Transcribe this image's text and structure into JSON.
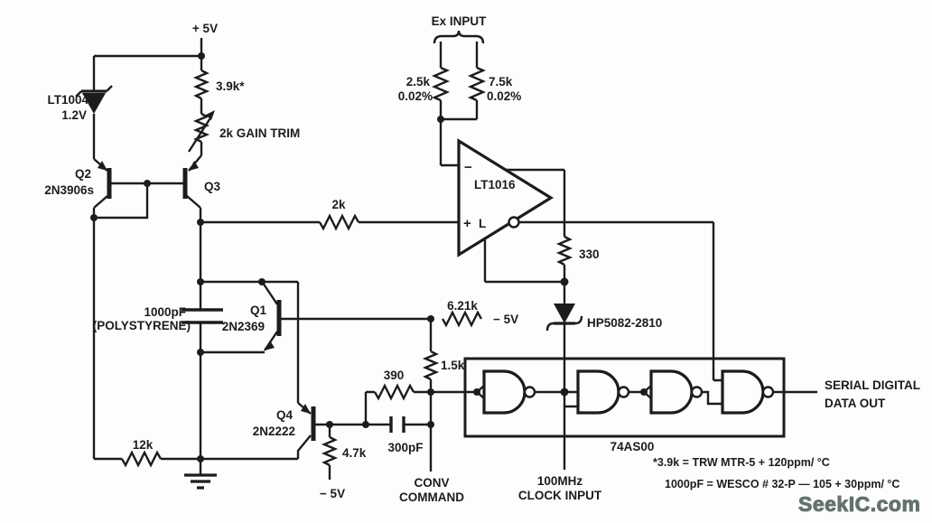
{
  "colors": {
    "ink": "#1c1c1c",
    "watermark": "#5a6a63",
    "watermark_edge": "#3d4a45",
    "background": "#fdfdfc"
  },
  "power": {
    "v_plus": "+ 5V",
    "v_minus_mid": "− 5V",
    "v_minus_bottom": "− 5V"
  },
  "reference": {
    "part": "LT1004",
    "voltage": "1.2V"
  },
  "transistors": {
    "q2": {
      "ref": "Q2",
      "part": "2N3906s"
    },
    "q3": {
      "ref": "Q3"
    },
    "q1": {
      "ref": "Q1",
      "part": "2N2369"
    },
    "q4": {
      "ref": "Q4",
      "part": "2N2222"
    }
  },
  "resistors": {
    "r_39k": "3.9k*",
    "gain_trim": "2k GAIN TRIM",
    "r_25k": "2.5k",
    "r_25k_tol": "0.02%",
    "r_75k": "7.5k",
    "r_75k_tol": "0.02%",
    "r_2k": "2k",
    "r_330": "330",
    "r_621k": "6.21k",
    "r_15k": "1.5k",
    "r_390": "390",
    "r_47k": "4.7k",
    "r_12k": "12k"
  },
  "capacitors": {
    "c_1000pf": "1000pF",
    "c_1000pf_type": "(POLYSTYRENE)",
    "c_300pf": "300pF"
  },
  "comparator": {
    "part": "LT1016",
    "minus": "−",
    "plus": "+",
    "latch": "L"
  },
  "diode": {
    "part": "HP5082-2810"
  },
  "logic": {
    "ic": "74AS00"
  },
  "io": {
    "ex_input": "Ex INPUT",
    "conv_line1": "CONV",
    "conv_line2": "COMMAND",
    "clock_line1": "100MHz",
    "clock_line2": "CLOCK INPUT",
    "out_line1": "SERIAL DIGITAL",
    "out_line2": "DATA OUT"
  },
  "notes": {
    "note1": "*3.9k = TRW MTR-5  + 120ppm/ °C",
    "note2": "1000pF = WESCO  # 32-P — 105 + 30ppm/ °C"
  },
  "watermark": "SeekIC.com"
}
